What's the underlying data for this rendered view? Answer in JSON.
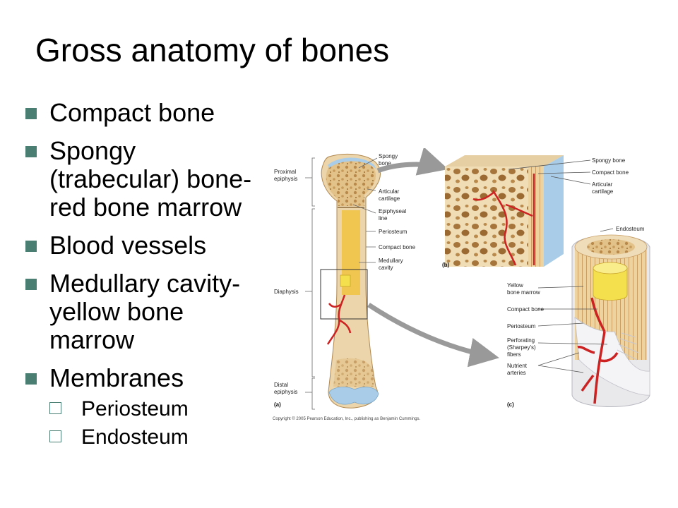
{
  "slide": {
    "title": "Gross anatomy of bones",
    "bullets": [
      "Compact bone",
      "Spongy (trabecular) bone-red bone marrow",
      "Blood vessels",
      "Medullary cavity-yellow bone marrow",
      "Membranes"
    ],
    "sub_bullets": [
      "Periosteum",
      "Endosteum"
    ]
  },
  "figure": {
    "panel_a": {
      "letter": "(a)",
      "left_labels": [
        "Proximal",
        "epiphysis",
        "Diaphysis",
        "Distal",
        "epiphysis"
      ],
      "right_labels": [
        "Spongy",
        "bone",
        "Articular",
        "cartilage",
        "Epiphyseal",
        "line",
        "Periosteum",
        "Compact bone",
        "Medullary",
        "cavity"
      ]
    },
    "panel_b": {
      "letter": "(b)",
      "labels": [
        "Spongy bone",
        "Compact bone",
        "Articular",
        "cartilage"
      ]
    },
    "panel_c": {
      "letter": "(c)",
      "labels": [
        "Endosteum",
        "Yellow",
        "bone marrow",
        "Compact bone",
        "Periosteum",
        "Perforating",
        "(Sharpey's)",
        "fibers",
        "Nutrient",
        "arteries"
      ]
    },
    "copyright": "Copyright © 2005 Pearson Education, Inc., publishing as Benjamin Cummings."
  },
  "colors": {
    "bullet": "#4a7e73",
    "bone": "#e9d2a8",
    "spongy": "#d9b57a",
    "marrow_yellow": "#f2d64a",
    "vessel_red": "#cc2222",
    "cartilage": "#a9cde8"
  }
}
